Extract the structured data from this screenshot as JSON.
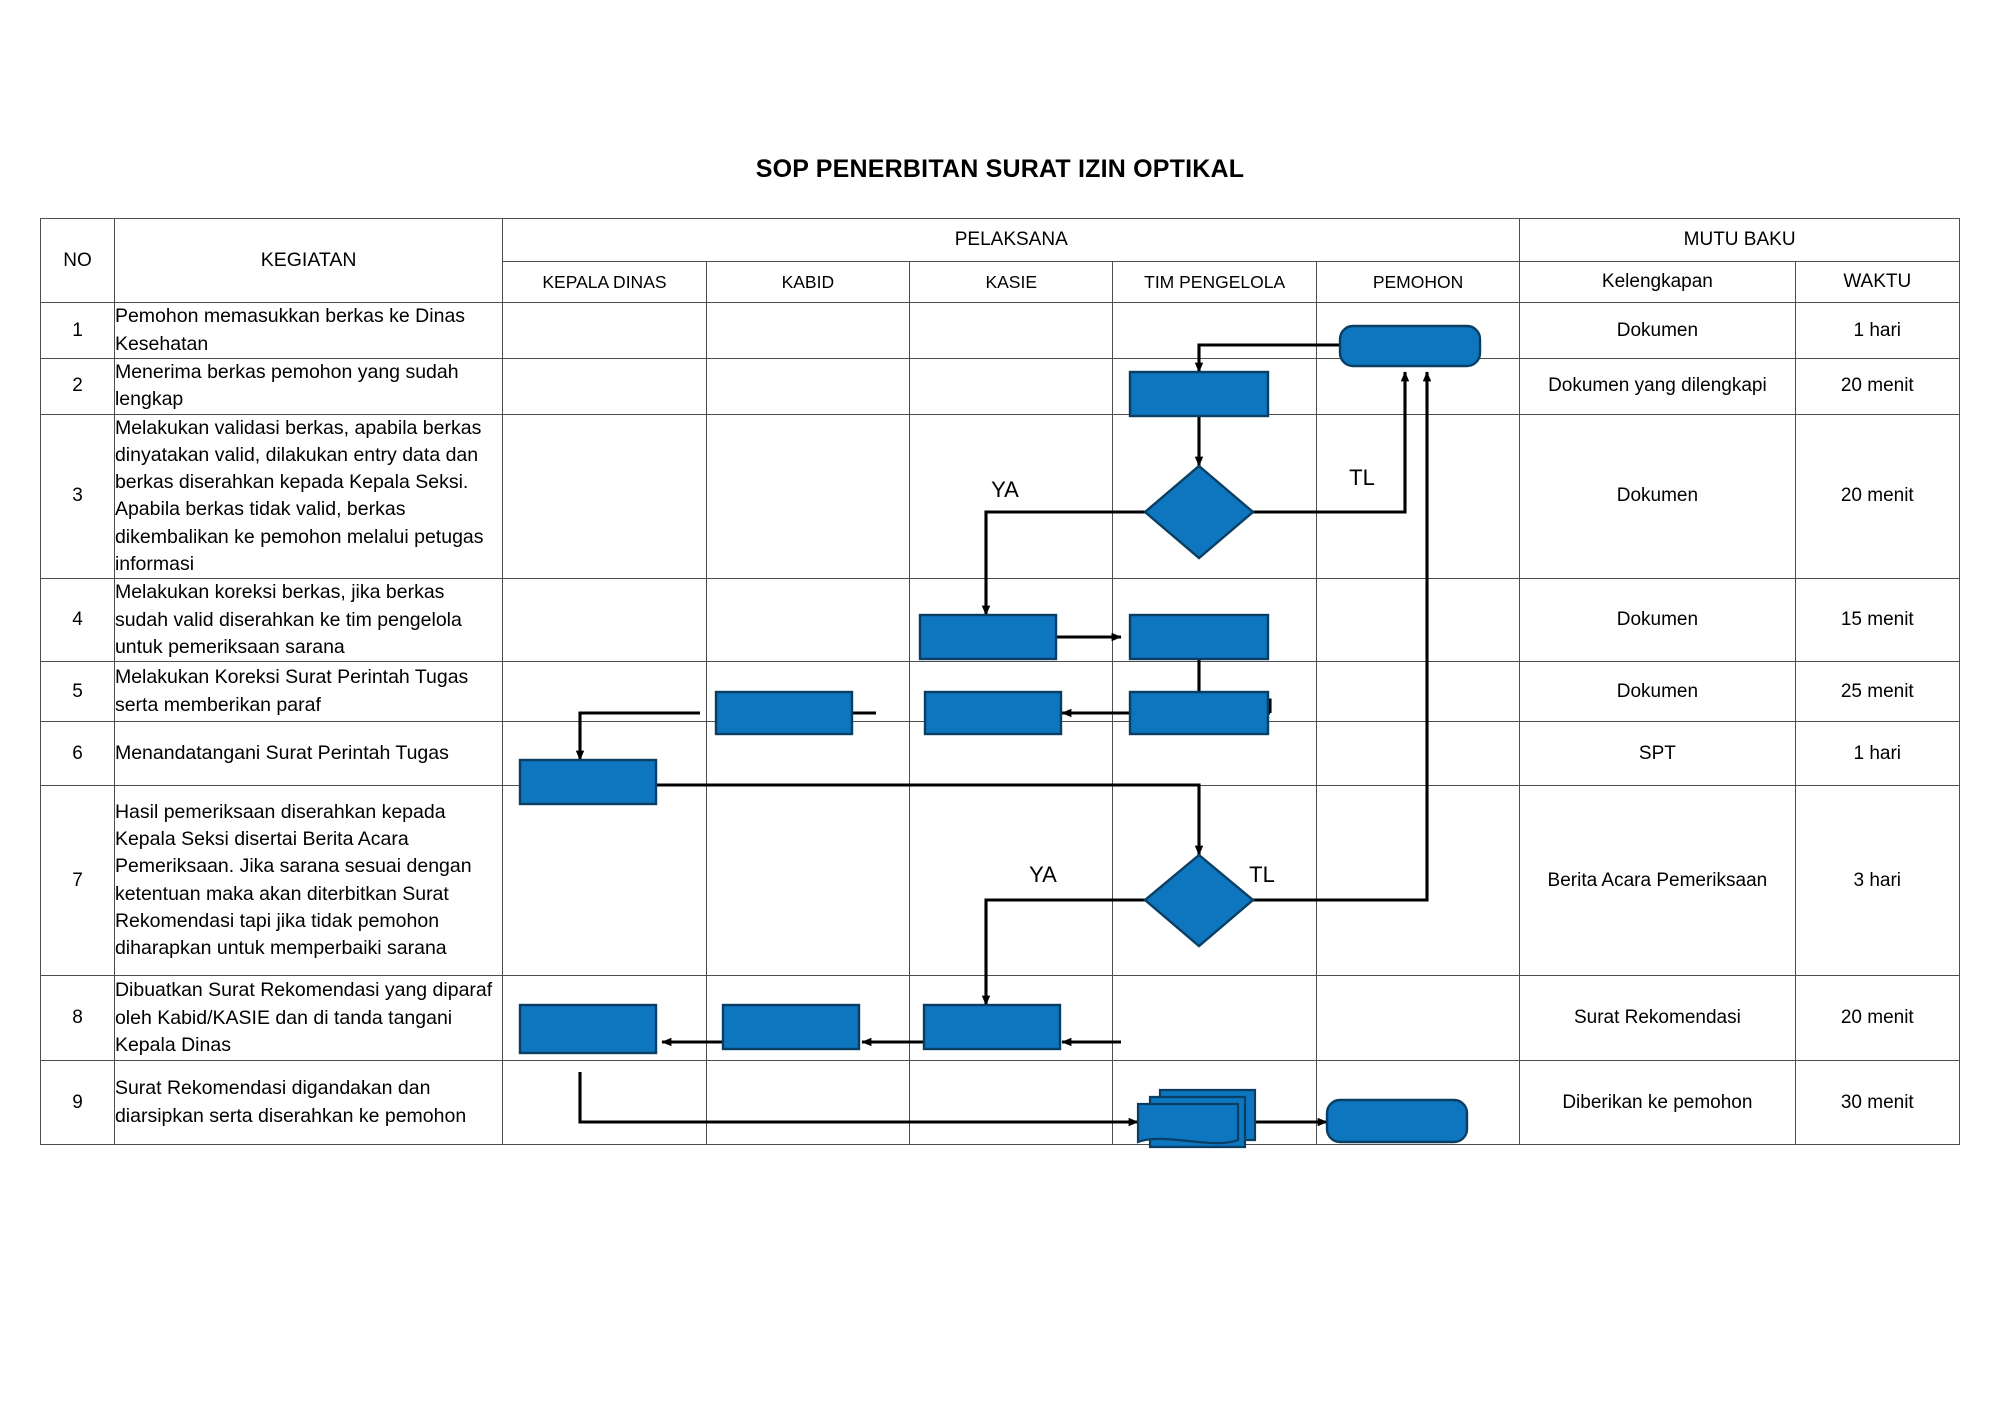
{
  "document": {
    "title": "SOP PENERBITAN SURAT IZIN OPTIKAL"
  },
  "table": {
    "headers": {
      "no": "NO",
      "kegiatan": "KEGIATAN",
      "pelaksana": "PELAKSANA",
      "mutu_baku": "MUTU BAKU",
      "lanes": [
        "KEPALA DINAS",
        "KABID",
        "KASIE",
        "TIM PENGELOLA",
        "PEMOHON"
      ],
      "kelengkapan": "Kelengkapan",
      "waktu": "WAKTU"
    },
    "rows": [
      {
        "no": "1",
        "kegiatan": "Pemohon memasukkan berkas ke Dinas Kesehatan",
        "kelengkapan": "Dokumen",
        "waktu": "1 hari"
      },
      {
        "no": "2",
        "kegiatan": "Menerima berkas pemohon yang sudah lengkap",
        "kelengkapan": "Dokumen yang dilengkapi",
        "waktu": "20 menit"
      },
      {
        "no": "3",
        "kegiatan": "Melakukan validasi berkas, apabila berkas dinyatakan valid, dilakukan entry data dan berkas diserahkan kepada Kepala Seksi. Apabila berkas tidak valid, berkas dikembalikan ke pemohon melalui petugas informasi",
        "kelengkapan": "Dokumen",
        "waktu": "20 menit"
      },
      {
        "no": "4",
        "kegiatan": "Melakukan koreksi berkas, jika berkas sudah valid diserahkan ke tim pengelola untuk pemeriksaan sarana",
        "kelengkapan": "Dokumen",
        "waktu": "15 menit"
      },
      {
        "no": "5",
        "kegiatan": "Melakukan Koreksi Surat Perintah Tugas serta memberikan paraf",
        "kelengkapan": "Dokumen",
        "waktu": "25 menit"
      },
      {
        "no": "6",
        "kegiatan": "Menandatangani Surat Perintah Tugas",
        "kelengkapan": "SPT",
        "waktu": "1 hari"
      },
      {
        "no": "7",
        "kegiatan": "Hasil pemeriksaan diserahkan kepada Kepala Seksi disertai Berita Acara Pemeriksaan. Jika sarana sesuai dengan ketentuan maka akan diterbitkan Surat Rekomendasi tapi jika tidak pemohon diharapkan untuk memperbaiki sarana",
        "kelengkapan": "Berita Acara Pemeriksaan",
        "waktu": "3 hari"
      },
      {
        "no": "8",
        "kegiatan": "Dibuatkan Surat Rekomendasi yang diparaf oleh Kabid/KASIE dan di tanda tangani Kepala Dinas",
        "kelengkapan": "Surat Rekomendasi",
        "waktu": "20 menit"
      },
      {
        "no": "9",
        "kegiatan": "Surat Rekomendasi digandakan dan diarsipkan serta diserahkan ke pemohon",
        "kelengkapan": "Diberikan ke pemohon",
        "waktu": "30 menit"
      }
    ]
  },
  "flow": {
    "branch_labels": {
      "ya_row3": "YA",
      "tl_row3": "TL",
      "ya_row7": "YA",
      "tl_row7": "TL"
    },
    "colors": {
      "shape_fill": "#0d76bf",
      "shape_stroke": "#0a3f63",
      "connector": "#000000",
      "grid": "#4d4d4d"
    },
    "shapes": [
      {
        "id": "s1",
        "type": "terminator",
        "lane": "PEMOHON",
        "row": "1"
      },
      {
        "id": "s2",
        "type": "process",
        "lane": "TIM PENGELOLA",
        "row": "2"
      },
      {
        "id": "s3",
        "type": "decision",
        "lane": "TIM PENGELOLA",
        "row": "3"
      },
      {
        "id": "s4a",
        "type": "process",
        "lane": "KASIE",
        "row": "4"
      },
      {
        "id": "s4b",
        "type": "process",
        "lane": "TIM PENGELOLA",
        "row": "4"
      },
      {
        "id": "s5a",
        "type": "process",
        "lane": "TIM PENGELOLA",
        "row": "5"
      },
      {
        "id": "s5b",
        "type": "process",
        "lane": "KASIE",
        "row": "5"
      },
      {
        "id": "s5c",
        "type": "process",
        "lane": "KABID",
        "row": "5"
      },
      {
        "id": "s6",
        "type": "process",
        "lane": "KEPALA DINAS",
        "row": "6"
      },
      {
        "id": "s7",
        "type": "decision",
        "lane": "TIM PENGELOLA",
        "row": "7"
      },
      {
        "id": "s8a",
        "type": "process",
        "lane": "KASIE",
        "row": "8"
      },
      {
        "id": "s8b",
        "type": "process",
        "lane": "KABID",
        "row": "8"
      },
      {
        "id": "s8c",
        "type": "process",
        "lane": "KEPALA DINAS",
        "row": "8"
      },
      {
        "id": "s9a",
        "type": "multidocument",
        "lane": "TIM PENGELOLA",
        "row": "9"
      },
      {
        "id": "s9b",
        "type": "terminator",
        "lane": "PEMOHON",
        "row": "9"
      }
    ]
  }
}
